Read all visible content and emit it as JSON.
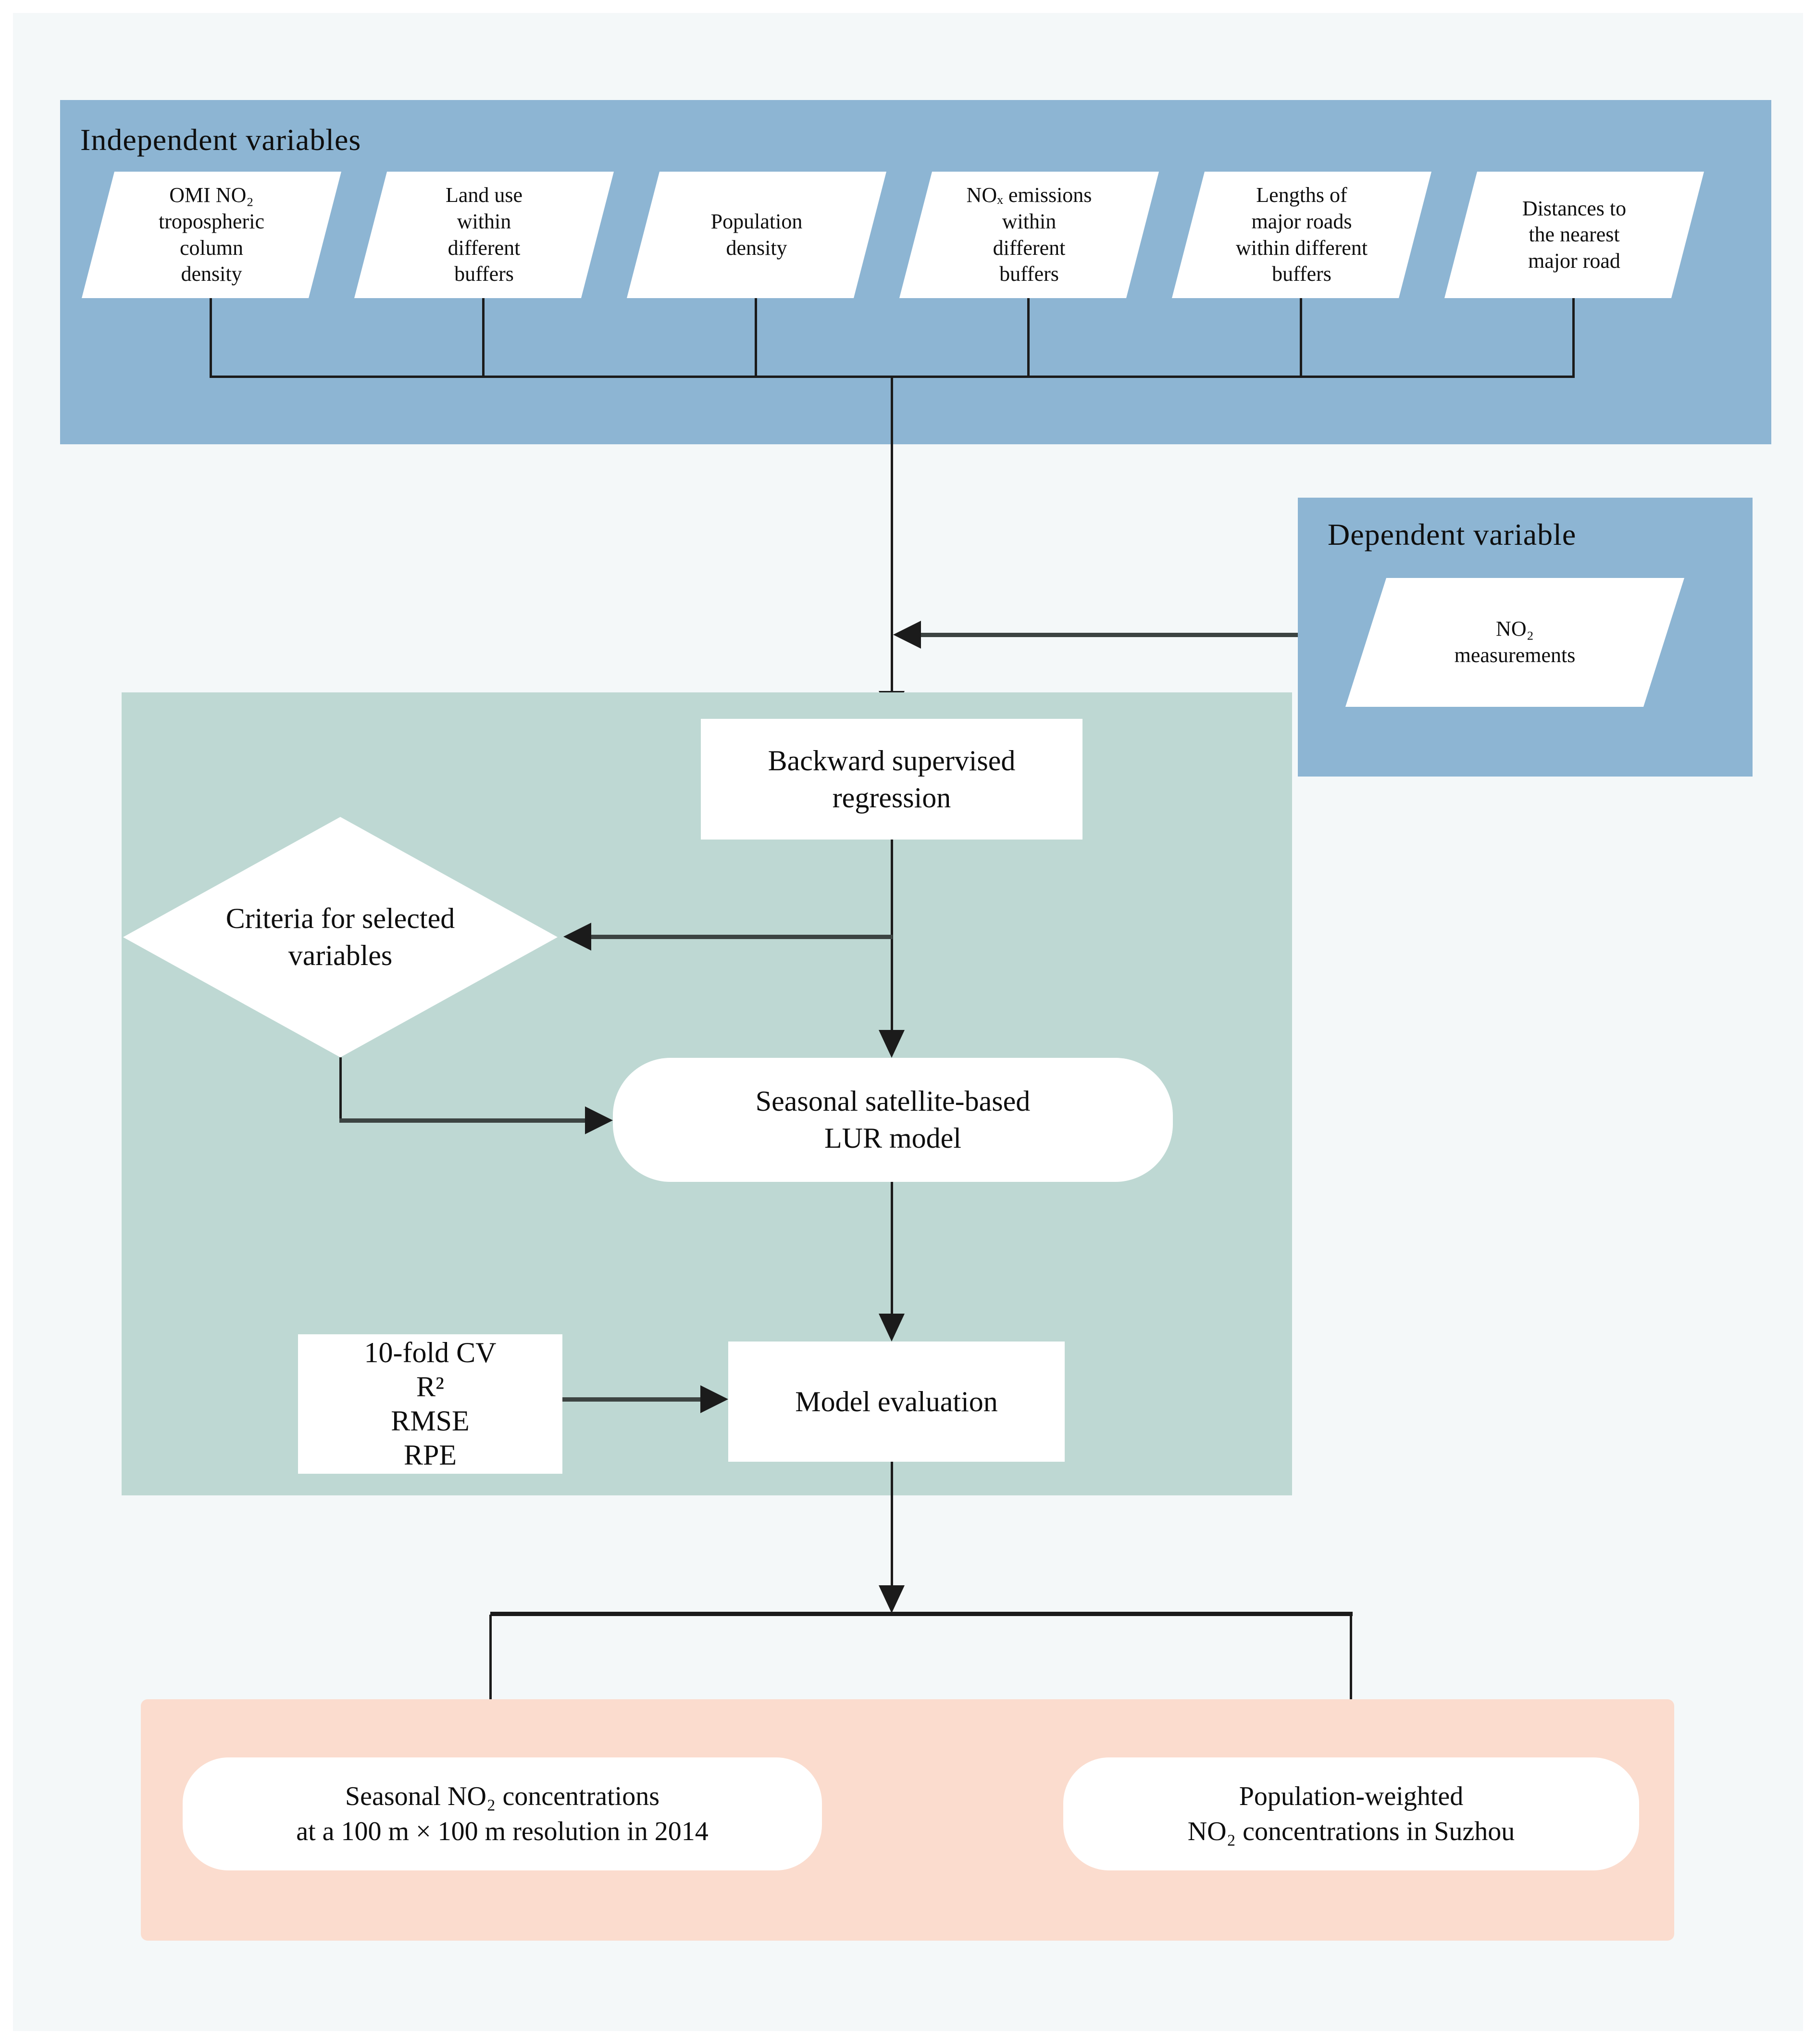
{
  "independent_panel": {
    "title": "Independent variables",
    "variables": [
      {
        "label": "OMI NO₂\ntropospheric\ncolumn\ndensity"
      },
      {
        "label": "Land use\nwithin\ndifferent\nbuffers"
      },
      {
        "label": "Population\ndensity"
      },
      {
        "label": "NOₓ emissions\nwithin\ndifferent\nbuffers"
      },
      {
        "label": "Lengths of\nmajor roads\nwithin different\nbuffers"
      },
      {
        "label": "Distances to\nthe nearest\nmajor road"
      }
    ]
  },
  "dependent_panel": {
    "title": "Dependent variable",
    "variable": "NO₂\nmeasurements"
  },
  "process": {
    "regression": "Backward supervised\nregression",
    "criteria": "Criteria for selected\nvariables",
    "lur_model": "Seasonal satellite-based\nLUR model",
    "evaluation_metrics": "10-fold CV\nR²\nRMSE\nRPE",
    "evaluation": "Model evaluation"
  },
  "outputs": {
    "left": "Seasonal NO₂ concentrations\nat a 100 m × 100 m resolution  in 2014",
    "right": "Population-weighted\nNO₂  concentrations in Suzhou"
  },
  "colors": {
    "background": "#f4f8f9",
    "panel_blue": "#8db5d3",
    "panel_green": "#bed8d3",
    "panel_pink": "#fbdcce",
    "shape_white": "#ffffff",
    "line_black": "#1b1b1b",
    "shaft_dark": "#3c4442",
    "text_black": "#0e0e0e"
  }
}
